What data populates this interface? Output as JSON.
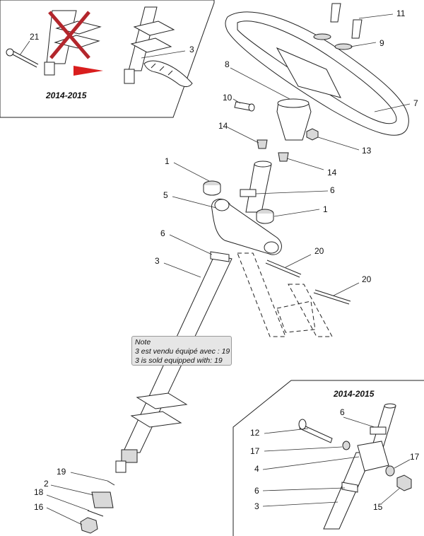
{
  "insets": {
    "top_left": {
      "title": "2014-2015"
    },
    "bottom_right": {
      "title": "2014-2015"
    }
  },
  "note": {
    "title": "Note",
    "line_fr": "3 est vendu équipé avec : 19",
    "line_en": "3 is sold equipped with: 19"
  },
  "callouts": {
    "c21": "21",
    "c3_inset": "3",
    "c11": "11",
    "c9": "9",
    "c8": "8",
    "c7": "7",
    "c10": "10",
    "c14_a": "14",
    "c13": "13",
    "c14_b": "14",
    "c1_a": "1",
    "c6_a": "6",
    "c5": "5",
    "c1_b": "1",
    "c6_b": "6",
    "c20_a": "20",
    "c3_main": "3",
    "c20_b": "20",
    "c6_c": "6",
    "c12": "12",
    "c17_a": "17",
    "c17_b": "17",
    "c4": "4",
    "c6_d": "6",
    "c15": "15",
    "c3_b": "3",
    "c19": "19",
    "c2": "2",
    "c18": "18",
    "c16": "16"
  },
  "colors": {
    "cross": "#b3262c",
    "arrow": "#d91e1e",
    "note_bg": "#e6e6e6"
  },
  "icons": {
    "cross": "red-x-cross-icon",
    "arrow": "red-arrow-icon"
  }
}
